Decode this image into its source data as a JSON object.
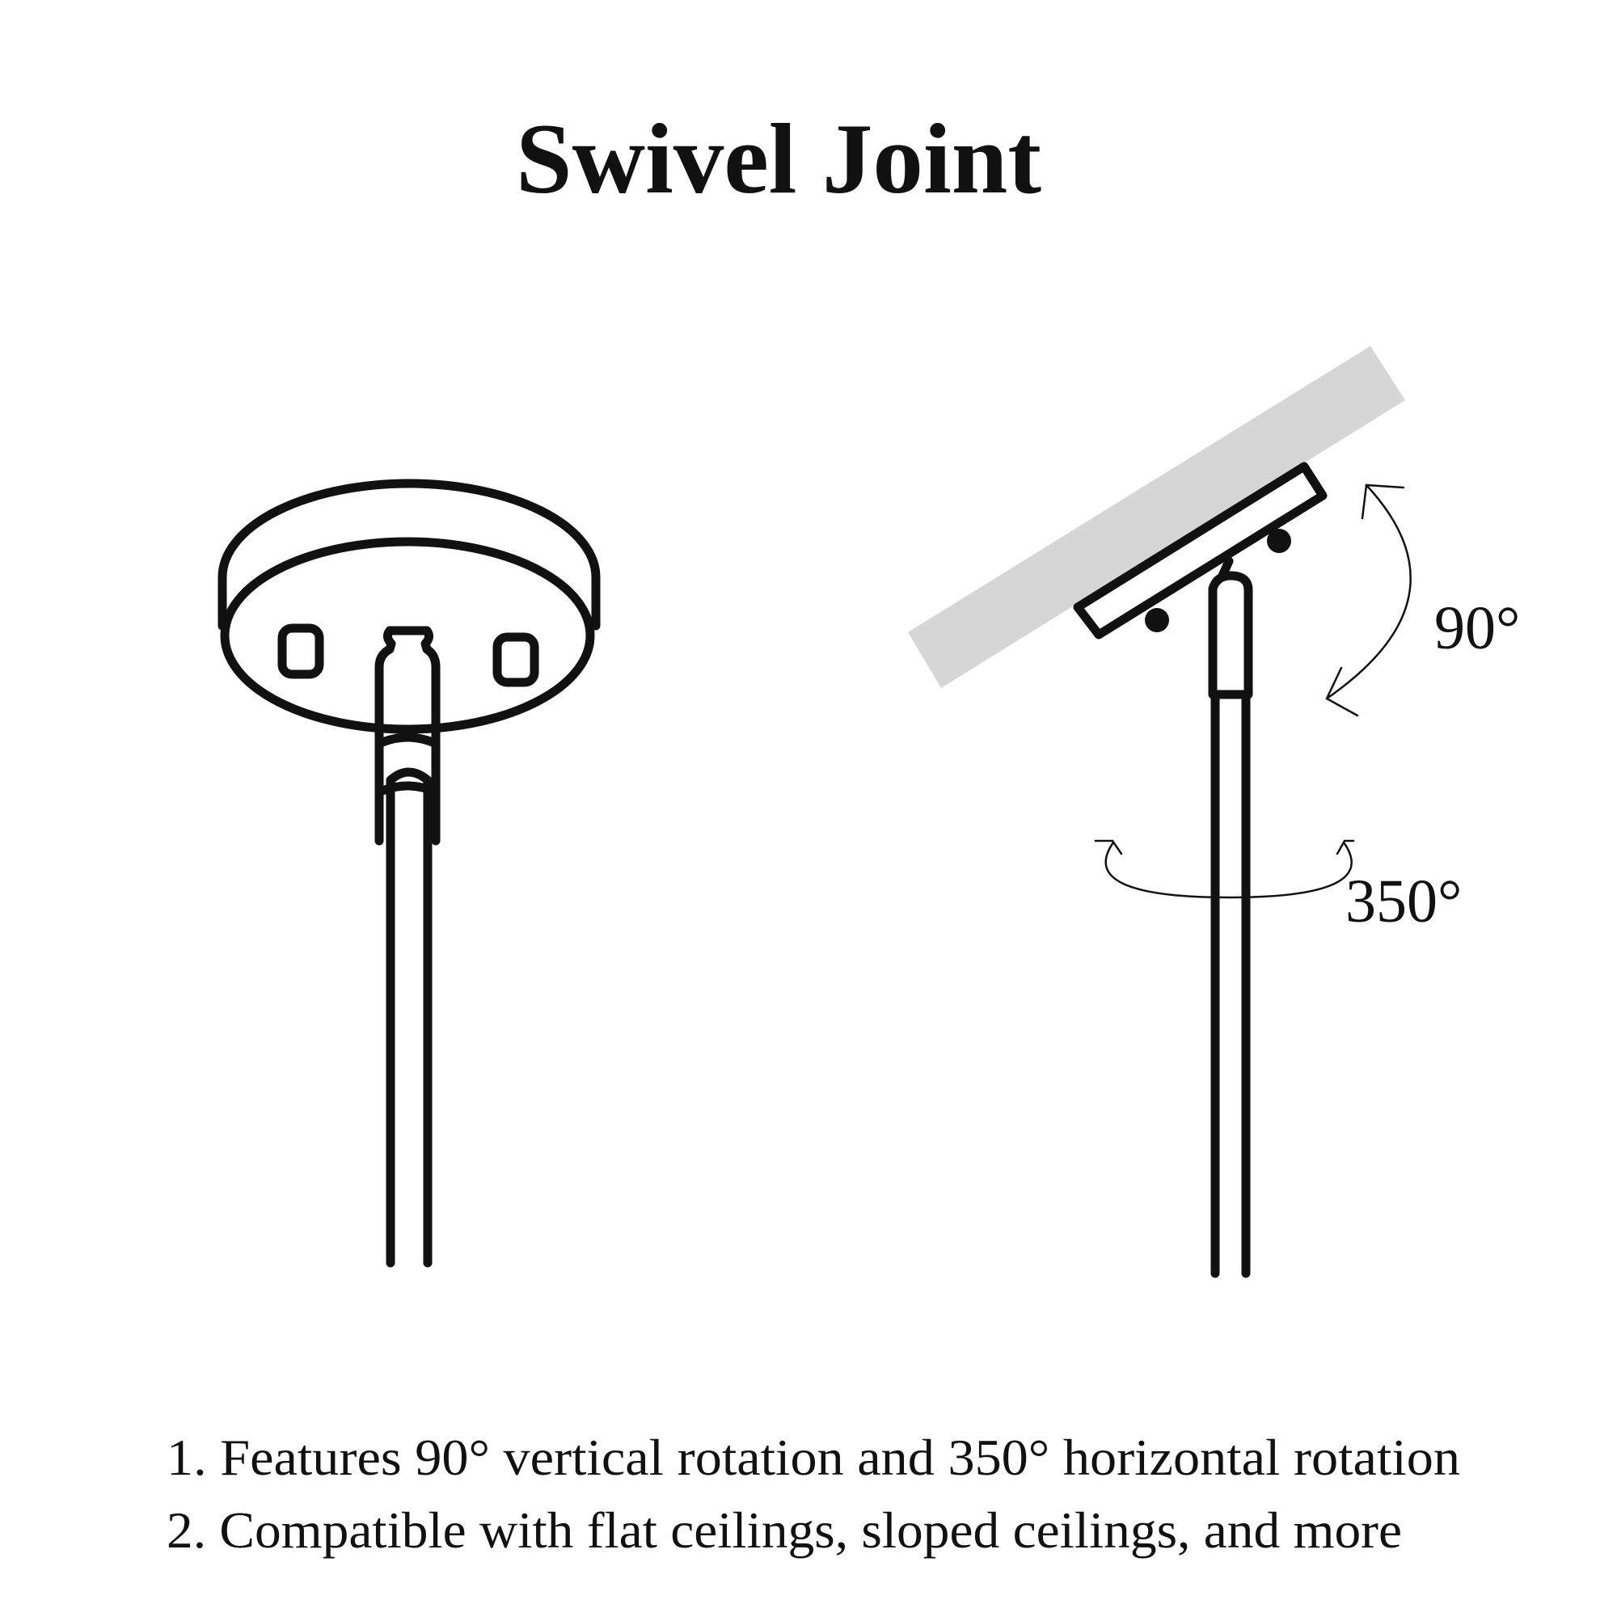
{
  "title": "Swivel Joint",
  "labels": {
    "vertical_rotation": "90°",
    "horizontal_rotation": "350°"
  },
  "features": [
    "1. Features 90° vertical rotation and 350° horizontal rotation",
    "2. Compatible with flat ceilings, sloped ceilings, and more"
  ],
  "colors": {
    "line": "#111111",
    "sloped_ceiling": "#d6d6d6"
  }
}
